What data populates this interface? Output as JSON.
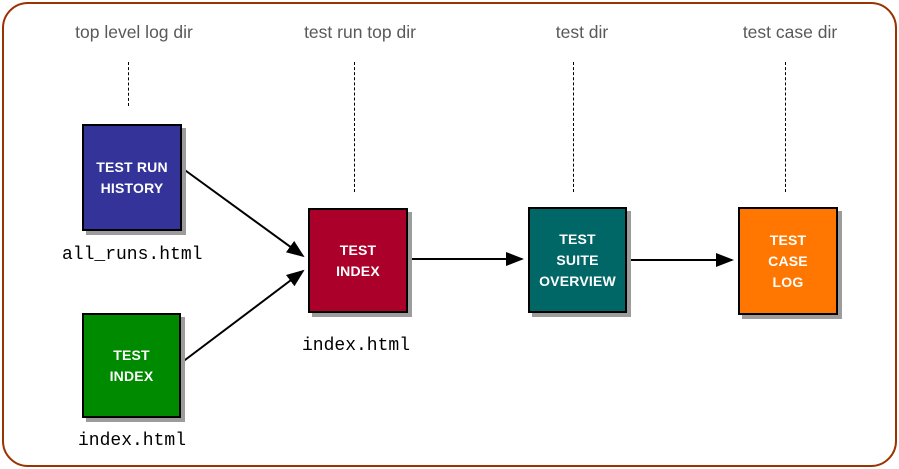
{
  "frame": {
    "border_color": "#993300"
  },
  "columns": [
    {
      "label": "top level log dir"
    },
    {
      "label": "test run top dir"
    },
    {
      "label": "test dir"
    },
    {
      "label": "test case dir"
    }
  ],
  "nodes": [
    {
      "id": "test-run-history",
      "lines": [
        "TEST RUN",
        "HISTORY"
      ],
      "color": "#333399",
      "file": "all_runs.html"
    },
    {
      "id": "test-index-toplevel",
      "lines": [
        "TEST",
        "INDEX"
      ],
      "color": "#008A00",
      "file": "index.html"
    },
    {
      "id": "test-index-run",
      "lines": [
        "TEST",
        "INDEX"
      ],
      "color": "#AA0029",
      "file": "index.html"
    },
    {
      "id": "test-suite-overview",
      "lines": [
        "TEST",
        "SUITE",
        "OVERVIEW"
      ],
      "color": "#006666"
    },
    {
      "id": "test-case-log",
      "lines": [
        "TEST",
        "CASE",
        "LOG"
      ],
      "color": "#FF7700"
    }
  ],
  "edges": [
    {
      "from": "test-run-history",
      "to": "test-index-run"
    },
    {
      "from": "test-index-toplevel",
      "to": "test-index-run"
    },
    {
      "from": "test-index-run",
      "to": "test-suite-overview"
    },
    {
      "from": "test-suite-overview",
      "to": "test-case-log"
    }
  ],
  "colors": {
    "arrow": "#000000",
    "header_text": "#595959",
    "shadow": "#9c9c9c",
    "box_border": "#000000"
  }
}
